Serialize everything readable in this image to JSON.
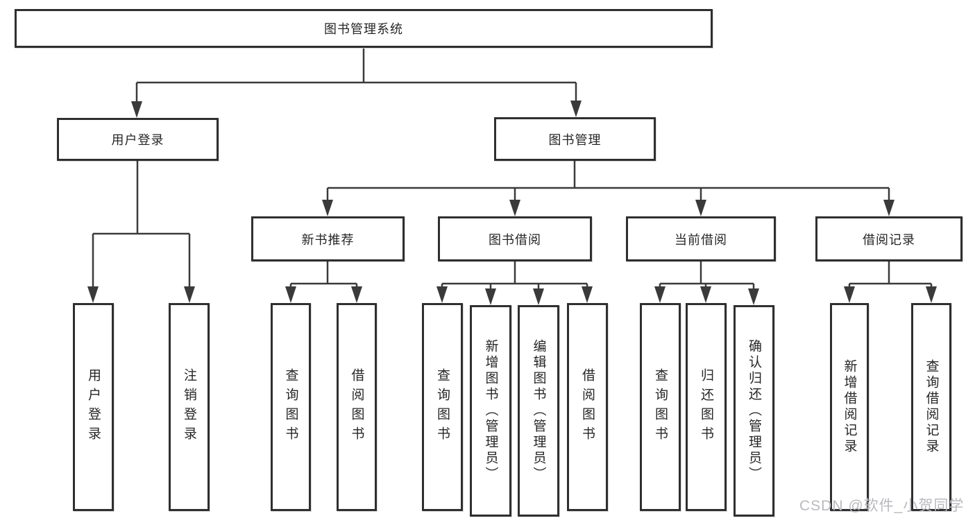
{
  "nodes": {
    "root": "图书管理系统",
    "user_login": "用户登录",
    "book_mgmt": "图书管理",
    "new_book": "新书推荐",
    "book_borrow": "图书借阅",
    "current_borrow": "当前借阅",
    "borrow_records": "借阅记录",
    "ul_user_login": "用户登录",
    "ul_logout": "注销登录",
    "nb_query_book": "查询图书",
    "nb_borrow_book": "借阅图书",
    "bb_query_book": "查询图书",
    "bb_add_book": "新增图书（管理员）",
    "bb_edit_book": "编辑图书（管理员）",
    "bb_borrow_book": "借阅图书",
    "cb_query_book": "查询图书",
    "cb_return_book": "归还图书",
    "cb_confirm_return": "确认归还（管理员）",
    "br_add_record": "新增借阅记录",
    "br_query_record": "查询借阅记录"
  },
  "watermark": "CSDN @软件_小贺同学",
  "colors": {
    "line": "#3a3a3a",
    "box_border": "#2f2f2f",
    "text": "#262626",
    "watermark": "#b9b9be",
    "background": "#ffffff"
  }
}
